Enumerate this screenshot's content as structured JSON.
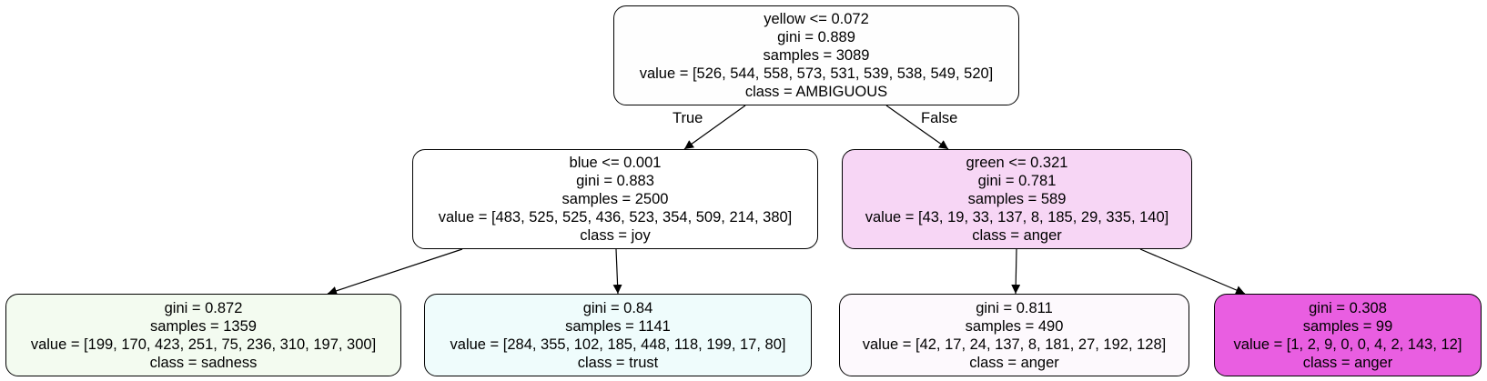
{
  "tree": {
    "nodes": [
      {
        "id": "root",
        "lines": [
          "yellow <= 0.072",
          "gini = 0.889",
          "samples = 3089",
          "value = [526, 544, 558, 573, 531, 539, 538, 549, 520]",
          "class = AMBIGUOUS"
        ],
        "fill": "#fefefe"
      },
      {
        "id": "left",
        "lines": [
          "blue <= 0.001",
          "gini = 0.883",
          "samples = 2500",
          "value = [483, 525, 525, 436, 523, 354, 509, 214, 380]",
          "class = joy"
        ],
        "fill": "#ffffff"
      },
      {
        "id": "right",
        "lines": [
          "green <= 0.321",
          "gini = 0.781",
          "samples = 589",
          "value = [43, 19, 33, 137, 8, 185, 29, 335, 140]",
          "class = anger"
        ],
        "fill": "#f7d6f5"
      },
      {
        "id": "left-left",
        "lines": [
          "gini = 0.872",
          "samples = 1359",
          "value = [199, 170, 423, 251, 75, 236, 310, 197, 300]",
          "class = sadness"
        ],
        "fill": "#f3fbf0"
      },
      {
        "id": "left-right",
        "lines": [
          "gini = 0.84",
          "samples = 1141",
          "value = [284, 355, 102, 185, 448, 118, 199, 17, 80]",
          "class = trust"
        ],
        "fill": "#effcfc"
      },
      {
        "id": "right-left",
        "lines": [
          "gini = 0.811",
          "samples = 490",
          "value = [42, 17, 24, 137, 8, 181, 27, 192, 128]",
          "class = anger"
        ],
        "fill": "#fdf9fd"
      },
      {
        "id": "right-right",
        "lines": [
          "gini = 0.308",
          "samples = 99",
          "value = [1, 2, 9, 0, 0, 4, 2, 143, 12]",
          "class = anger"
        ],
        "fill": "#e95ee1"
      }
    ],
    "edges": [
      {
        "from": "root",
        "to": "left",
        "label": "True"
      },
      {
        "from": "root",
        "to": "right",
        "label": "False"
      },
      {
        "from": "left",
        "to": "left-left",
        "label": ""
      },
      {
        "from": "left",
        "to": "left-right",
        "label": ""
      },
      {
        "from": "right",
        "to": "right-left",
        "label": ""
      },
      {
        "from": "right",
        "to": "right-right",
        "label": ""
      }
    ]
  }
}
